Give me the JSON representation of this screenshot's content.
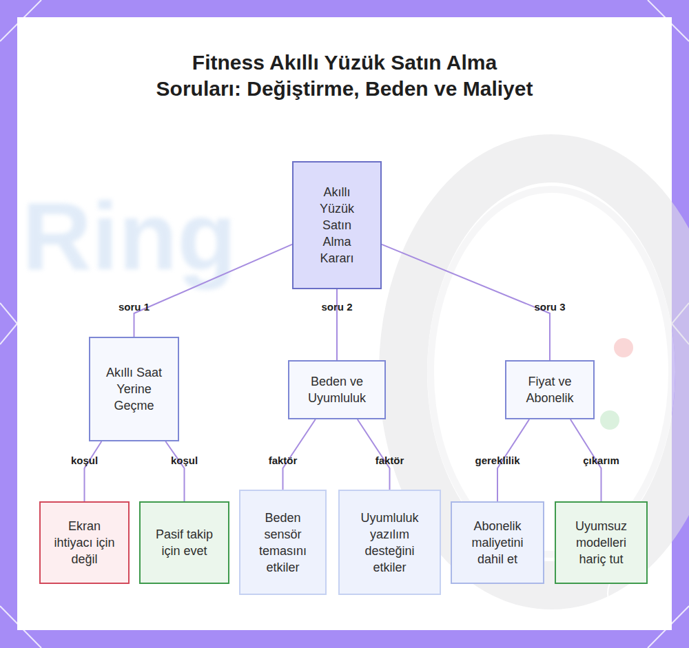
{
  "diagram": {
    "title": "Fitness Akıllı Yüzük Satın Alma Soruları: Değiştirme, Beden ve Maliyet",
    "nodes": [
      {
        "text": [
          "Akıllı Yüzük Satın Alma Kararı"
        ]
      },
      {
        "text": [
          "Akıllı Saat Yerine Geçme"
        ]
      },
      {
        "text": [
          "Beden ve Uyumluluk"
        ]
      },
      {
        "text": [
          "Fiyat ve Abonelik"
        ]
      },
      {
        "text": [
          "Ekran ihtiyacı için değil"
        ]
      },
      {
        "text": [
          "Pasif takip için evet"
        ]
      },
      {
        "text": [
          "Beden sensör temasını etkiler"
        ]
      },
      {
        "text": [
          "Uyumluluk yazılım desteğini etkiler"
        ]
      },
      {
        "text": [
          "Abonelik maliyetini dahil et"
        ]
      },
      {
        "text": [
          "Uyumsuz modelleri hariç tut"
        ]
      }
    ],
    "edges": [
      {
        "from": 0,
        "to": 1,
        "label": "soru 1",
        "arrow": "none"
      },
      {
        "from": 0,
        "to": 2,
        "label": "soru 2",
        "arrow": "none"
      },
      {
        "from": 0,
        "to": 3,
        "label": "soru 3",
        "arrow": "none"
      },
      {
        "from": 1,
        "to": 4,
        "label": "koşul",
        "arrow": "none"
      },
      {
        "from": 1,
        "to": 5,
        "label": "koşul",
        "arrow": "none"
      },
      {
        "from": 2,
        "to": 6,
        "label": "faktör",
        "arrow": "none"
      },
      {
        "from": 2,
        "to": 7,
        "label": "faktör",
        "arrow": "none"
      },
      {
        "from": 3,
        "to": 8,
        "label": "gereklilik",
        "arrow": "none"
      },
      {
        "from": 3,
        "to": 9,
        "label": "çıkarım",
        "arrow": "none"
      }
    ],
    "labels": [
      "Ring"
    ]
  }
}
